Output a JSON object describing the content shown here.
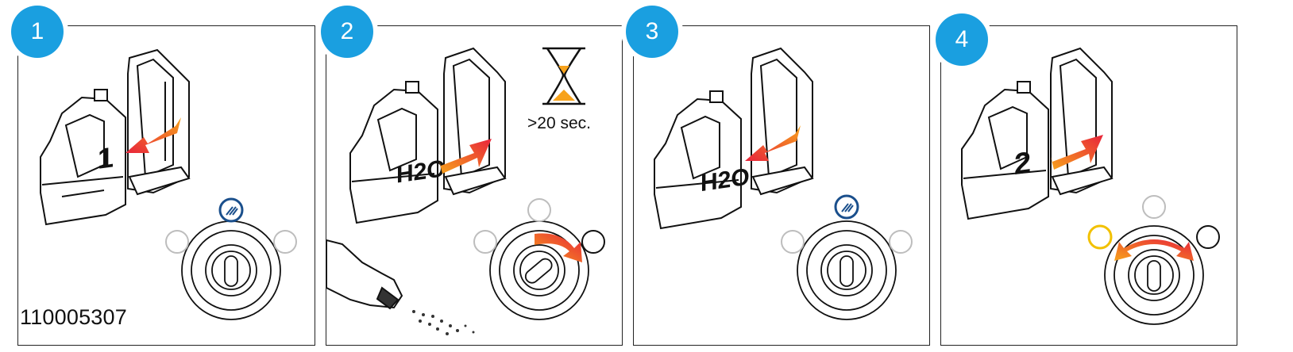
{
  "steps": [
    {
      "number": "1",
      "tank_label": "1",
      "arrow": "insert",
      "dial_state": "center-selected"
    },
    {
      "number": "2",
      "tank_label": "H2O",
      "arrow": "remove",
      "dial_state": "turn-right",
      "timer_text": ">20 sec."
    },
    {
      "number": "3",
      "tank_label": "H2O",
      "arrow": "insert",
      "dial_state": "center-selected"
    },
    {
      "number": "4",
      "tank_label": "2",
      "arrow": "remove",
      "dial_state": "left-highlight-both-arrows"
    }
  ],
  "document_number": "110005307",
  "colors": {
    "badge": "#1a9fe0",
    "arrow_start": "#f7a21b",
    "arrow_end": "#e8243b",
    "selected_ring": "#1a4f8c",
    "highlight_ring": "#f2c100",
    "inactive_icon": "#bdbdbd"
  },
  "icons": [
    "nozzle-spray-icon",
    "hourglass-icon",
    "spray-gun-icon"
  ]
}
